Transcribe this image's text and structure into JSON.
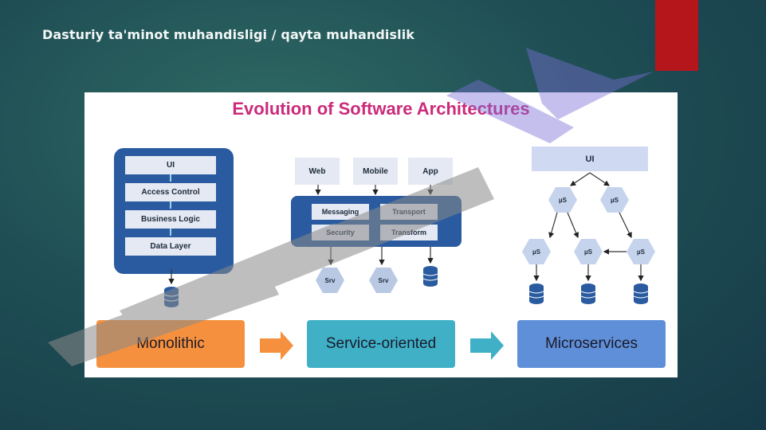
{
  "slide": {
    "title": "Dasturiy ta'minot muhandisligi / qayta muhandislik",
    "accent_color": "#b5161b"
  },
  "figure": {
    "title": "Evolution of Software Architectures",
    "title_color": "#cc2a7a",
    "monolithic": {
      "layers": [
        "UI",
        "Access Control",
        "Business Logic",
        "Data Layer"
      ]
    },
    "soa": {
      "clients": [
        "Web",
        "Mobile",
        "App"
      ],
      "bus_cells": [
        "Messaging",
        "Transport",
        "Security",
        "Transform"
      ],
      "services": [
        "Srv",
        "Srv"
      ]
    },
    "microservices": {
      "ui_label": "UI",
      "service_label": "µS"
    },
    "stages": [
      {
        "label": "Monolithic",
        "color": "#f5913e"
      },
      {
        "label": "Service-oriented",
        "color": "#3fb0c6"
      },
      {
        "label": "Microservices",
        "color": "#5f8fd8"
      }
    ]
  }
}
